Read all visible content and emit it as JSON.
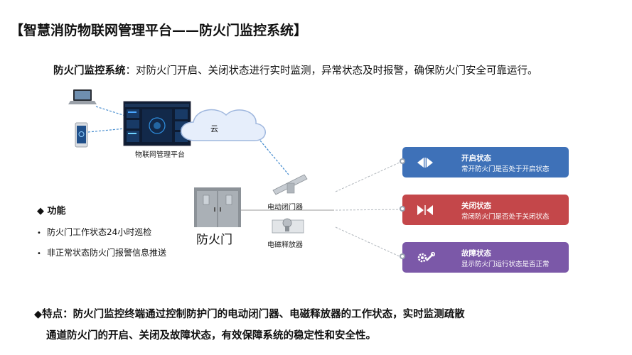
{
  "title": "【智慧消防物联网管理平台——防火门监控系统】",
  "intro": {
    "lead": "防火门监控系统",
    "text": "：对防火门开启、关闭状态进行实时监测，异常状态及时报警，确保防火门安全可靠运行。"
  },
  "diagram": {
    "platform_label": "物联网管理平台",
    "cloud_label": "云",
    "door_label": "防火门",
    "closer_label": "电动闭门器",
    "magnet_label": "电磁释放器"
  },
  "functions": {
    "heading": "功能",
    "items": [
      "防火门工作状态24小时巡检",
      "非正常状态防火门报警信息推送"
    ]
  },
  "status_cards": [
    {
      "title": "开启状态",
      "desc": "常开防火门是否处于开启状态",
      "color": "#3e71b8",
      "icon": "open-arrows-icon"
    },
    {
      "title": "关闭状态",
      "desc": "常闭防火门是否处于关闭状态",
      "color": "#c4474a",
      "icon": "close-arrows-icon"
    },
    {
      "title": "故障状态",
      "desc": "显示防火门运行状态是否正常",
      "color": "#7b58a8",
      "icon": "gear-wrench-icon"
    }
  ],
  "feature": {
    "line1": "◆特点：防火门监控终端通过控制防护门的电动闭门器、电磁释放器的工作状态，实时监测疏散",
    "line2": "通道防火门的开启、关闭及故障状态，有效保障系统的稳定性和安全性。"
  }
}
